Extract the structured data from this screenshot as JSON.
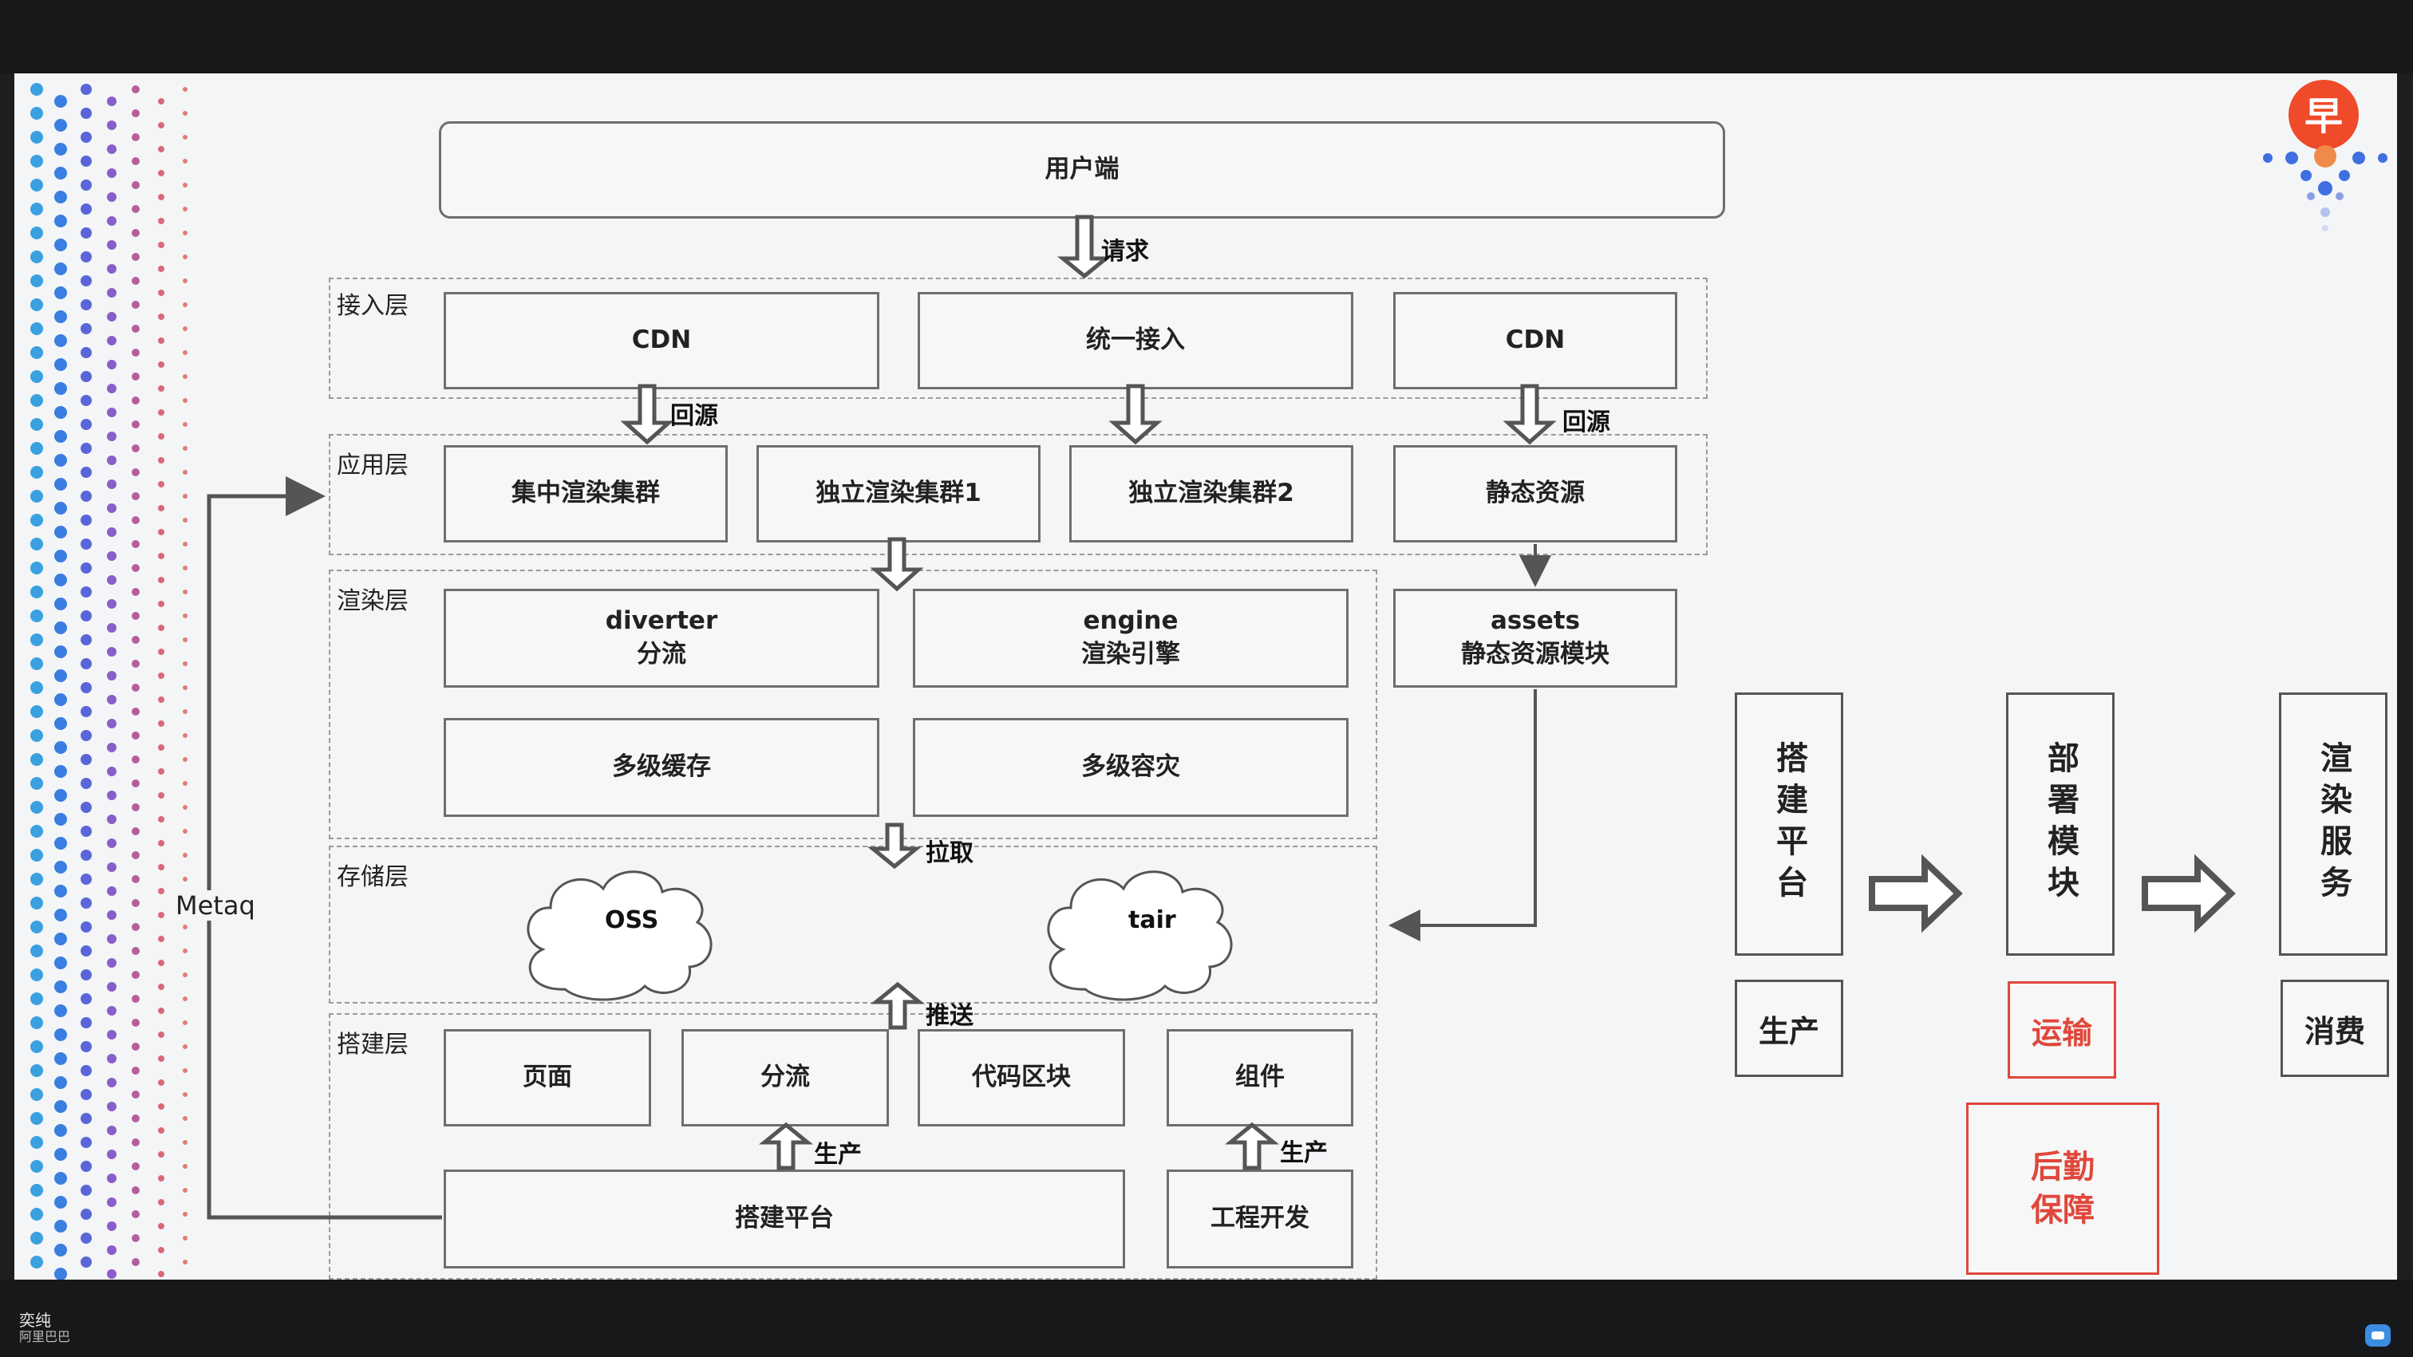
{
  "slide": {
    "client": "用户端",
    "request_label": "请求",
    "layers": {
      "access": "接入层",
      "app": "应用层",
      "render": "渲染层",
      "storage": "存储层",
      "build": "搭建层"
    },
    "access": {
      "cdn_left": "CDN",
      "unified": "统一接入",
      "cdn_right": "CDN",
      "back_to_origin_left": "回源",
      "back_to_origin_right": "回源"
    },
    "app": {
      "central_cluster": "集中渲染集群",
      "independent_cluster_1": "独立渲染集群1",
      "independent_cluster_2": "独立渲染集群2",
      "static_resources": "静态资源"
    },
    "render": {
      "diverter_en": "diverter",
      "diverter_cn": "分流",
      "engine_en": "engine",
      "engine_cn": "渲染引擎",
      "assets_en": "assets",
      "assets_cn": "静态资源模块",
      "multi_cache": "多级缓存",
      "multi_dr": "多级容灾"
    },
    "pull_label": "拉取",
    "storage": {
      "oss": "OSS",
      "tair": "tair"
    },
    "push_label": "推送",
    "build": {
      "page": "页面",
      "divert": "分流",
      "code_block": "代码区块",
      "component": "组件",
      "produce_left": "生产",
      "produce_right": "生产",
      "platform": "搭建平台",
      "engineering": "工程开发"
    },
    "metaq": "Metaq",
    "flow": {
      "build_platform": "搭建平台",
      "deploy_module": "部署模块",
      "render_service": "渲染服务",
      "produce": "生产",
      "transport": "运输",
      "consume": "消费",
      "logistics": "后勤保障"
    }
  },
  "presenter": {
    "name": "奕纯",
    "org": "阿里巴巴"
  },
  "colors": {
    "accent_red": "#e0473b",
    "logo_orange": "#ef4a2a",
    "logo_blue": "#3f6fe0"
  },
  "icons": [
    "logo-icon",
    "chat-icon"
  ]
}
